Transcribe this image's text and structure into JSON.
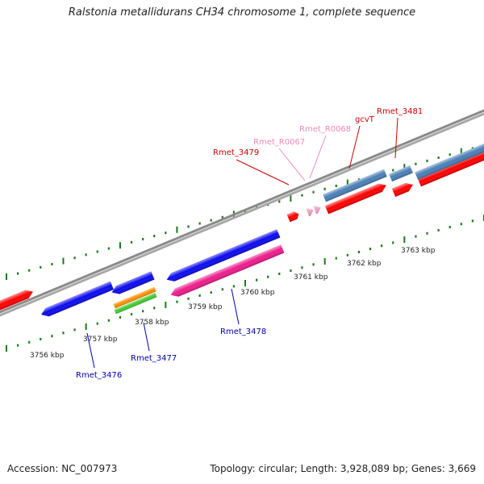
{
  "title": "Ralstonia metallidurans CH34 chromosome 1, complete sequence",
  "footer": {
    "accession": "Accession: NC_007973",
    "summary": "Topology: circular; Length: 3,928,089 bp; Genes: 3,669"
  },
  "colors": {
    "backbone": "#8a8a8a",
    "tick": "#1a7a1a",
    "red": "#ff0000",
    "blue": "#0a0af0",
    "steel": "#4a7fb8",
    "magenta": "#ee1c8c",
    "pink": "#f2a0c8",
    "orange": "#ff9000",
    "green": "#44cc33",
    "label_red": "#cc0000",
    "label_pink": "#ee88bb",
    "label_blue": "#0000aa"
  },
  "scale_labels": [
    {
      "text": "3756 kbp",
      "kbp": 3756
    },
    {
      "text": "3757 kbp",
      "kbp": 3757
    },
    {
      "text": "3758 kbp",
      "kbp": 3758
    },
    {
      "text": "3759 kbp",
      "kbp": 3759
    },
    {
      "text": "3760 kbp",
      "kbp": 3760
    },
    {
      "text": "3761 kbp",
      "kbp": 3761
    },
    {
      "text": "3762 kbp",
      "kbp": 3762
    },
    {
      "text": "3763 kbp",
      "kbp": 3763
    }
  ],
  "gene_labels": [
    {
      "text": "Rmet_3476",
      "color": "label_blue"
    },
    {
      "text": "Rmet_3477",
      "color": "label_blue"
    },
    {
      "text": "Rmet_3478",
      "color": "label_blue"
    },
    {
      "text": "Rmet_3479",
      "color": "label_red"
    },
    {
      "text": "Rmet_R0067",
      "color": "label_pink"
    },
    {
      "text": "Rmet_R0068",
      "color": "label_pink"
    },
    {
      "text": "gcvT",
      "color": "label_red"
    },
    {
      "text": "Rmet_3481",
      "color": "label_red"
    }
  ]
}
